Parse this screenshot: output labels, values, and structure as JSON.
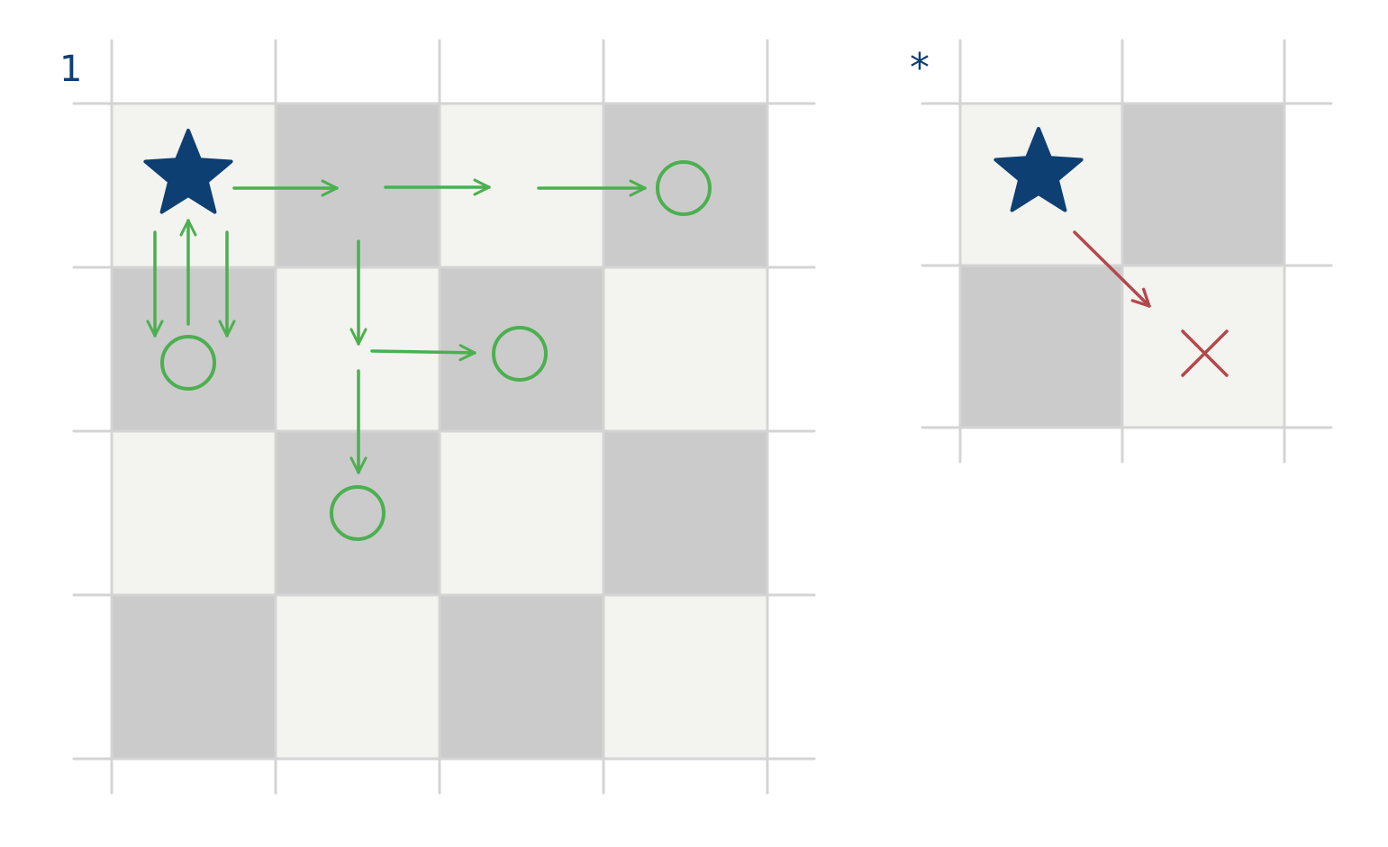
{
  "colors": {
    "light_cell": "#f3f3ef",
    "dark_cell": "#cbcbcb",
    "grid_line": "#d4d4d4",
    "star": "#0e3f73",
    "green": "#4caf50",
    "red": "#b5474b",
    "label": "#0e3f73"
  },
  "panel_left": {
    "label": "1",
    "rows": 4,
    "cols": 4,
    "start": {
      "row": 0,
      "col": 0,
      "icon": "star-icon"
    },
    "targets": [
      {
        "row": 0,
        "col": 3,
        "icon": "circle-icon"
      },
      {
        "row": 1,
        "col": 0,
        "icon": "circle-icon"
      },
      {
        "row": 1,
        "col": 2,
        "icon": "circle-icon"
      },
      {
        "row": 2,
        "col": 1,
        "icon": "circle-icon"
      }
    ],
    "moves": "arrow-icon"
  },
  "panel_right": {
    "label": "*",
    "rows": 2,
    "cols": 2,
    "start": {
      "row": 0,
      "col": 0,
      "icon": "star-icon"
    },
    "invalid": {
      "row": 1,
      "col": 1,
      "icon": "x-icon"
    },
    "moves": "arrow-icon"
  }
}
